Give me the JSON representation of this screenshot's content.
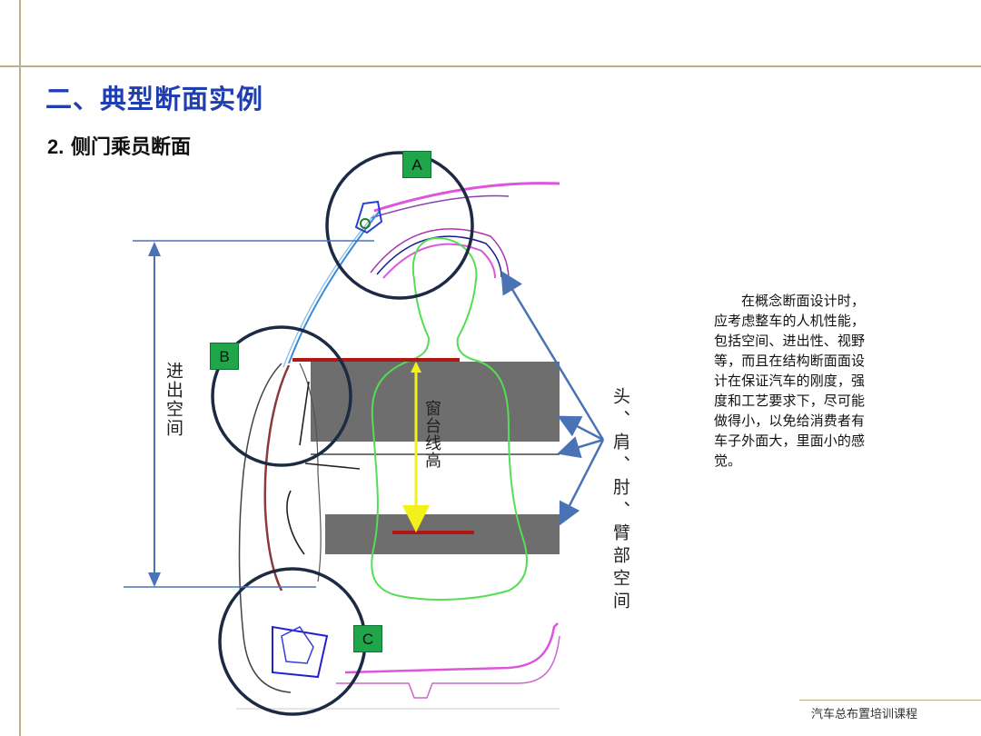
{
  "slide": {
    "title": "二、典型断面实例",
    "subtitle_number": "2.",
    "subtitle_text": "侧门乘员断面",
    "footer": "汽车总布置培训课程"
  },
  "diagram": {
    "badges": {
      "a": "A",
      "b": "B",
      "c": "C"
    },
    "labels": {
      "entry_space": "进出空间",
      "sill_height": "窗台线高",
      "head_shoulder_space": "头、肩、肘、臂部空间"
    }
  },
  "description": "在概念断面设计时，应考虑整车的人机性能，包括空间、进出性、视野等，而且在结构断面面设计在保证汽车的刚度，强度和工艺要求下，尽可能做得小，以免给消费者有车子外面大，里面小的感觉。",
  "colors": {
    "title": "#1f3fb0",
    "badge": "#1fa64a",
    "arrow": "#4a73b5",
    "occupant_outline": "#55dd55",
    "sill_arrow": "#f2f21a",
    "sill_bar": "#b01818",
    "space_block": "#6e6e6e",
    "frame_line": "#b9b28a"
  }
}
